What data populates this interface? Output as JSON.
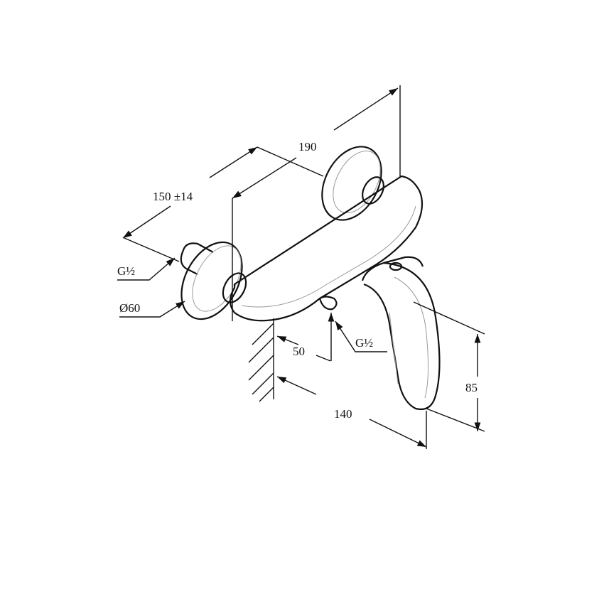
{
  "dimensions": {
    "total_length": "190",
    "center_distance": "150 ±14",
    "inlet_thread_left": "G½",
    "rosette_diameter": "Ø60",
    "wall_to_outlet": "50",
    "outlet_thread": "G½",
    "projection": "140",
    "handle_height": "85"
  }
}
